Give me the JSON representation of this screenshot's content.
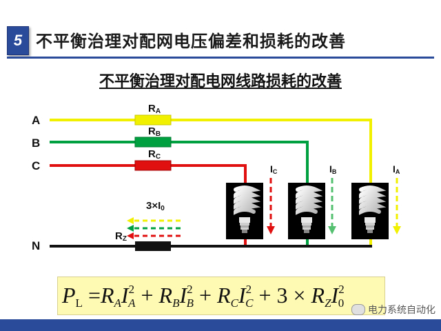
{
  "header": {
    "section_number": "5",
    "title": "不平衡治理对配网电压偏差和损耗的改善"
  },
  "subtitle": "不平衡治理对配电网线路损耗的改善",
  "phases": {
    "A": "A",
    "B": "B",
    "C": "C",
    "N": "N"
  },
  "resistors": {
    "RA": {
      "main": "R",
      "sub": "A"
    },
    "RB": {
      "main": "R",
      "sub": "B"
    },
    "RC": {
      "main": "R",
      "sub": "C"
    },
    "RZ": {
      "main": "R",
      "sub": "Z"
    }
  },
  "currents": {
    "IC": {
      "main": "I",
      "sub": "C"
    },
    "IB": {
      "main": "I",
      "sub": "B"
    },
    "IA": {
      "main": "I",
      "sub": "A"
    },
    "zero_seq": {
      "main": "3×I",
      "sub": "0"
    }
  },
  "colors": {
    "phase_a": "#f0f000",
    "phase_b": "#00a040",
    "phase_c": "#e01010",
    "neutral": "#111111",
    "header_blue": "#2a4a9a",
    "formula_bg": "#fefab4"
  },
  "formula": {
    "P": "P",
    "L": "L",
    "eq": "=",
    "R": "R",
    "I": "I",
    "sq": "2",
    "A": "A",
    "B": "B",
    "C": "C",
    "Z": "Z",
    "zero": "0",
    "plus": "+",
    "three": "3",
    "times": "×"
  },
  "watermark": "电力系统自动化"
}
